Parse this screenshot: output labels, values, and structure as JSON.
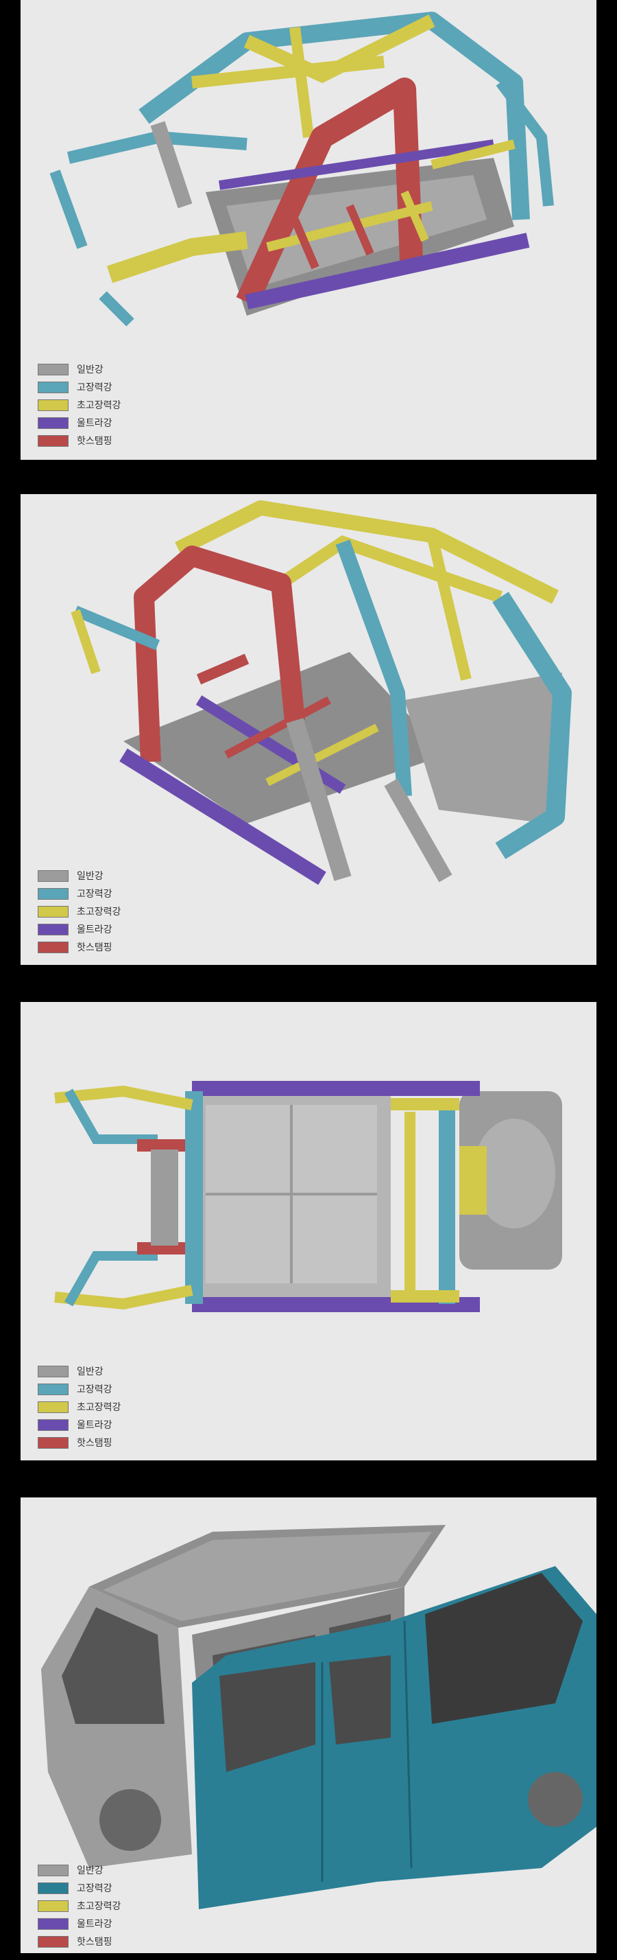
{
  "legend": {
    "items": [
      {
        "label": "일반강",
        "color": "#9c9c9c"
      },
      {
        "label": "고장력강",
        "color": "#5aa5b8"
      },
      {
        "label": "초고장력강",
        "color": "#d2c84a"
      },
      {
        "label": "울트라강",
        "color": "#6a4cae"
      },
      {
        "label": "핫스탬핑",
        "color": "#b84a4a"
      }
    ]
  },
  "panels": [
    {
      "view": "side-front-3q"
    },
    {
      "view": "side-rear-3q"
    },
    {
      "view": "underbody-top"
    },
    {
      "view": "outer-panels-3q"
    }
  ]
}
